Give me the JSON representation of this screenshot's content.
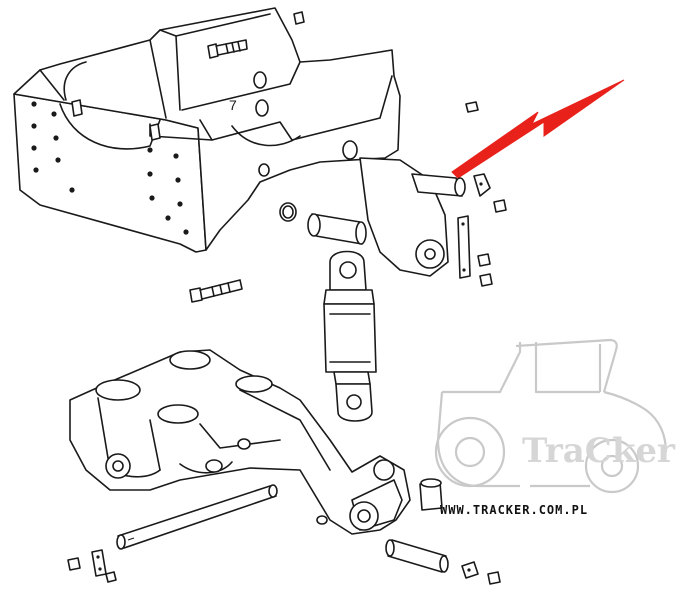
{
  "diagram": {
    "callout_number": "7",
    "arrow_color": "#e8221b",
    "ink_color": "#1a1a1a"
  },
  "watermark": {
    "logo_text": "TraCker",
    "url": "WWW.TRACKER.COM.PL",
    "logo_color": "#d6d6d6"
  }
}
